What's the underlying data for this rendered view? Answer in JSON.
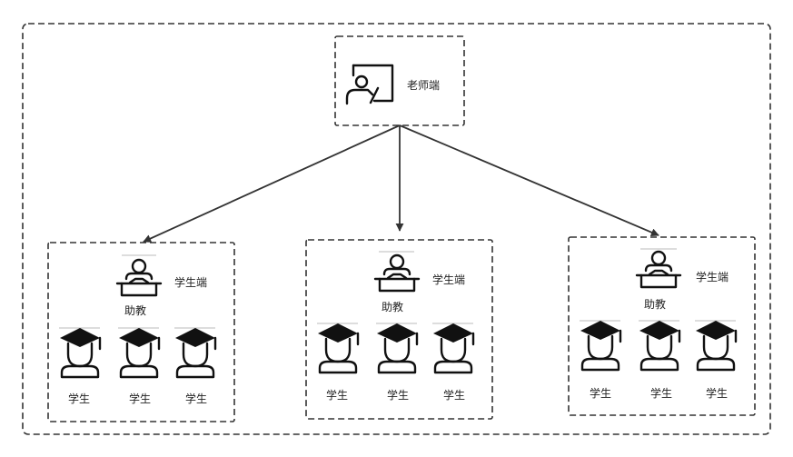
{
  "teacher": {
    "label": "老师端",
    "icon": "teacher-whiteboard-icon"
  },
  "groups": [
    {
      "title": "学生端",
      "assistant": {
        "label": "助教",
        "icon": "assistant-lectern-icon"
      },
      "students": [
        {
          "label": "学生",
          "icon": "graduate-student-icon"
        },
        {
          "label": "学生",
          "icon": "graduate-student-icon"
        },
        {
          "label": "学生",
          "icon": "graduate-student-icon"
        }
      ]
    },
    {
      "title": "学生端",
      "assistant": {
        "label": "助教",
        "icon": "assistant-lectern-icon"
      },
      "students": [
        {
          "label": "学生",
          "icon": "graduate-student-icon"
        },
        {
          "label": "学生",
          "icon": "graduate-student-icon"
        },
        {
          "label": "学生",
          "icon": "graduate-student-icon"
        }
      ]
    },
    {
      "title": "学生端",
      "assistant": {
        "label": "助教",
        "icon": "assistant-lectern-icon"
      },
      "students": [
        {
          "label": "学生",
          "icon": "graduate-student-icon"
        },
        {
          "label": "学生",
          "icon": "graduate-student-icon"
        },
        {
          "label": "学生",
          "icon": "graduate-student-icon"
        }
      ]
    }
  ]
}
